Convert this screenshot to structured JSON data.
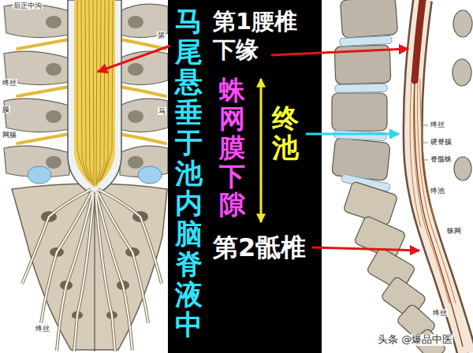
{
  "diagram": {
    "nodes": [
      {
        "text": [
          "马尾悬垂于池内脑脊液中",
          "第1腰椎 下缘",
          "蛛网膜下隙",
          "终池",
          "第2骶椎"
        ]
      }
    ],
    "labels": [
      "后正中沟",
      "第",
      "终丝",
      "膜",
      "网膜",
      "马",
      "终丝",
      "终丝",
      "硬脊膜",
      "脊髓蛛",
      "终池",
      "蛛网",
      "终丝",
      "头条 @爆品中医"
    ]
  }
}
